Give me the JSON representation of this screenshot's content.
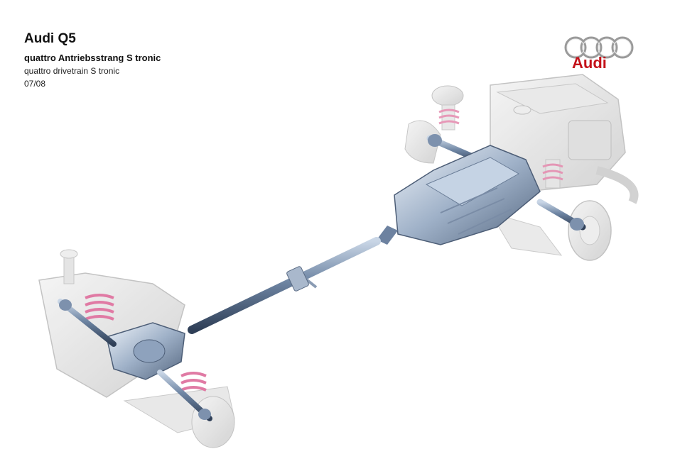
{
  "header": {
    "title": "Audi Q5",
    "subtitle_de": "quattro Antriebsstrang S tronic",
    "subtitle_en": "quattro drivetrain S tronic",
    "date": "07/08"
  },
  "logo": {
    "brand_text": "Audi",
    "icon": "audi-rings-icon",
    "brand_color": "#c4121a"
  },
  "illustration": {
    "subject": "drivetrain-cutaway-illustration"
  }
}
